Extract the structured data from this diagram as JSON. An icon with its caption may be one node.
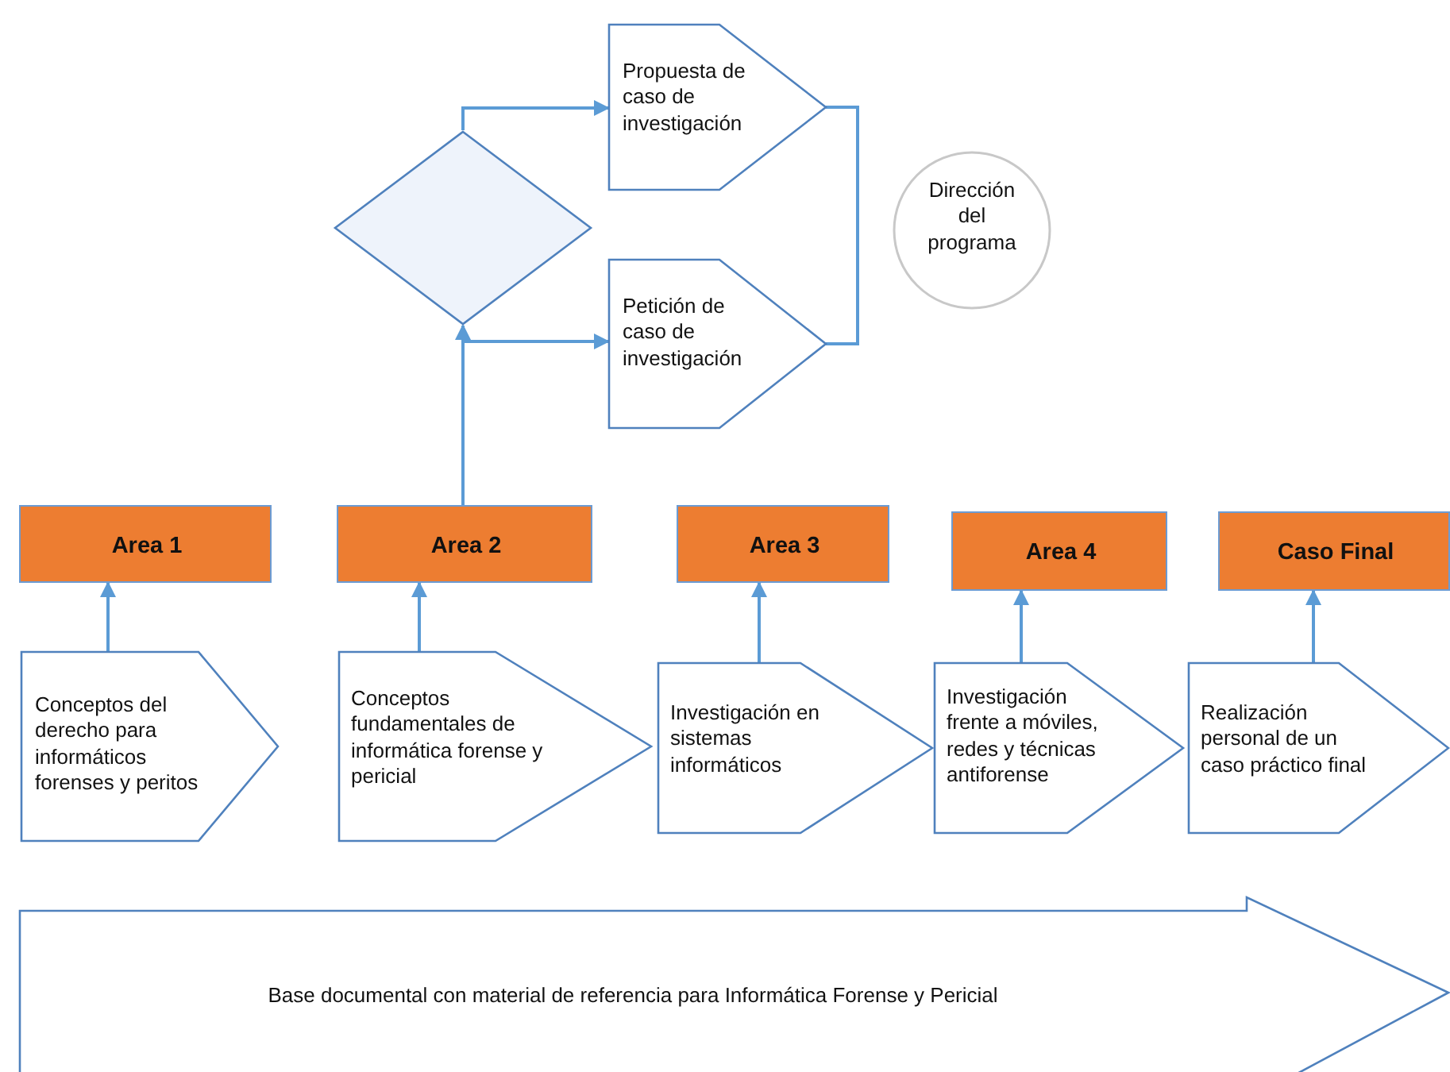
{
  "diagram": {
    "nodes": [
      {
        "text": [],
        "shape": "diamond"
      },
      {
        "text": [
          "Propuesta de caso de investigación"
        ]
      },
      {
        "text": [
          "Petición de caso de investigación"
        ]
      },
      {
        "text": [
          "Dirección del programa"
        ]
      },
      {
        "text": [
          "Area 1"
        ]
      },
      {
        "text": [
          "Area 2"
        ]
      },
      {
        "text": [
          "Area 3"
        ]
      },
      {
        "text": [
          "Area 4"
        ]
      },
      {
        "text": [
          "Caso Final"
        ]
      },
      {
        "text": [
          "Conceptos del derecho para informáticos forenses y peritos"
        ]
      },
      {
        "text": [
          "Conceptos fundamentales de informática forense y pericial"
        ]
      },
      {
        "text": [
          "Investigación en sistemas informáticos"
        ]
      },
      {
        "text": [
          "Investigación frente a móviles, redes y técnicas antiforense"
        ]
      },
      {
        "text": [
          "Realización personal de un caso práctico final"
        ]
      },
      {
        "text": [
          "Base documental con material de referencia para Informática Forense y Pericial"
        ]
      }
    ],
    "edges": [
      {
        "from": 5,
        "to": 0,
        "arrow": "to"
      },
      {
        "from": 5,
        "to": 2,
        "arrow": "to"
      },
      {
        "from": 0,
        "to": 1,
        "arrow": "to"
      },
      {
        "from": 1,
        "to": 2,
        "arrow": "none"
      },
      {
        "from": 9,
        "to": 4,
        "arrow": "to"
      },
      {
        "from": 10,
        "to": 5,
        "arrow": "to"
      },
      {
        "from": 11,
        "to": 6,
        "arrow": "to"
      },
      {
        "from": 12,
        "to": 7,
        "arrow": "to"
      },
      {
        "from": 13,
        "to": 8,
        "arrow": "to"
      }
    ]
  }
}
